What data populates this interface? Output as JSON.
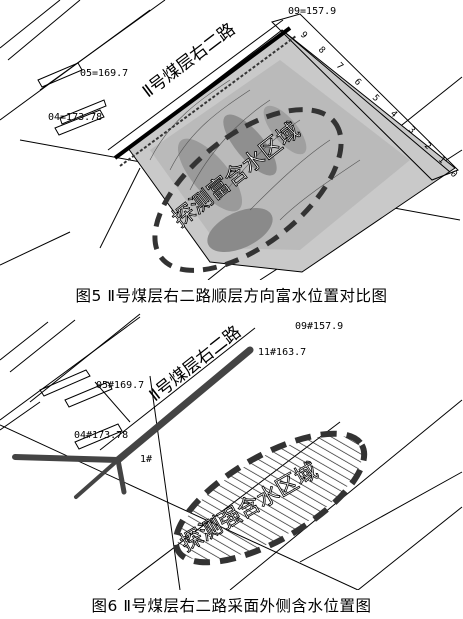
{
  "figure5": {
    "caption": "图5 Ⅱ号煤层右二路顺层方向富水位置对比图",
    "roadway_label": "Ⅱ号煤层右二路",
    "zone_label": "探测富含水区域",
    "point_labels": [
      "09=157.9",
      "05=169.7",
      "04=173.78"
    ],
    "scale_ticks": [
      "9",
      "8",
      "7",
      "6",
      "5",
      "4",
      "3",
      "2",
      "1",
      "0"
    ]
  },
  "figure6": {
    "caption": "图6 Ⅱ号煤层右二路采面外侧含水位置图",
    "roadway_label": "Ⅱ号煤层右二路",
    "zone_label": "探测强含水区域",
    "point_labels": [
      "09#157.9",
      "11#163.7",
      "05#169.7",
      "04#173.78",
      "1#"
    ]
  },
  "colors": {
    "ink": "#000000",
    "gray_fill": "#b8b8b8",
    "dark_gray": "#555555"
  }
}
